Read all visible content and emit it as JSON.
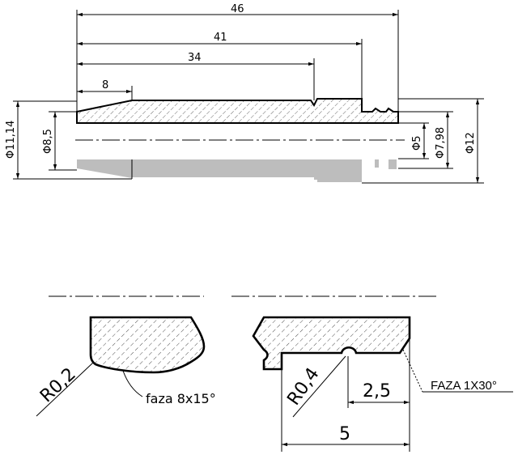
{
  "dimensions": {
    "len_46": "46",
    "len_41": "41",
    "len_34": "34",
    "len_8": "8",
    "dia_11_14": "Φ11,14",
    "dia_8_5": "Φ8,5",
    "dia_5": "Φ5",
    "dia_7_98": "Φ7,98",
    "dia_12": "Φ12"
  },
  "detail_left": {
    "radius": "R0,2",
    "chamfer": "faza 8x15°"
  },
  "detail_right": {
    "radius": "R0,4",
    "dim_2_5": "2,5",
    "dim_5": "5",
    "chamfer": "FAZA 1X30°"
  }
}
